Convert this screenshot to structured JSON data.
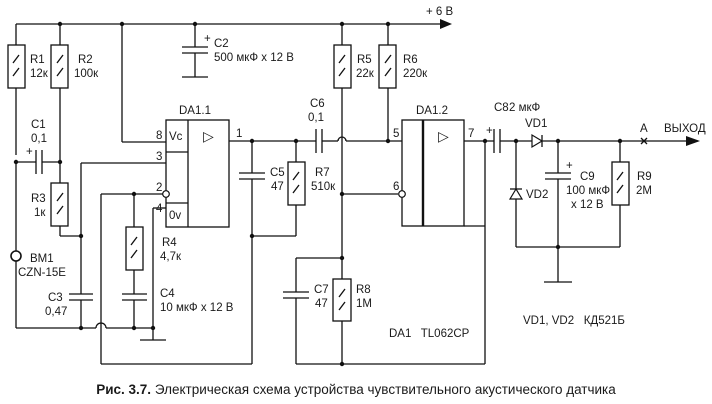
{
  "figure": {
    "caption_number": "Рис. 3.7.",
    "caption_text": "Электрическая схема устройства чувствительного акустического датчика"
  },
  "power": {
    "label": "+ 6 В"
  },
  "output": {
    "point_label": "A",
    "label": "ВЫХОД"
  },
  "components": {
    "R1": {
      "ref": "R1",
      "value": "12к"
    },
    "R2": {
      "ref": "R2",
      "value": "100к"
    },
    "R3": {
      "ref": "R3",
      "value": "1к"
    },
    "R4": {
      "ref": "R4",
      "value": "4,7к"
    },
    "R5": {
      "ref": "R5",
      "value": "22к"
    },
    "R6": {
      "ref": "R6",
      "value": "220к"
    },
    "R7": {
      "ref": "R7",
      "value": "510к"
    },
    "R8": {
      "ref": "R8",
      "value": "1М"
    },
    "R9": {
      "ref": "R9",
      "value": "2М"
    },
    "C1": {
      "ref": "C1",
      "value": "0,1",
      "polarity": "+"
    },
    "C2": {
      "ref": "C2",
      "value": "500 мкФ х 12 В",
      "polarity": "+"
    },
    "C3": {
      "ref": "C3",
      "value": "0,47"
    },
    "C4": {
      "ref": "C4",
      "value": "10 мкФ х 12 В"
    },
    "C5": {
      "ref": "C5",
      "value": "47"
    },
    "C6": {
      "ref": "C6",
      "value": "0,1"
    },
    "C7": {
      "ref": "C7",
      "value": "47"
    },
    "C8": {
      "ref": "C8",
      "value": "2 мкФ",
      "polarity": "+"
    },
    "C9": {
      "ref": "C9",
      "value_line1": "100 мкФ",
      "value_line2": "х 12 В",
      "polarity": "+"
    },
    "VD1": {
      "ref": "VD1"
    },
    "VD2": {
      "ref": "VD2"
    },
    "BM1": {
      "ref": "BM1",
      "value": "CZN-15E"
    },
    "DA1_1": {
      "ref": "DA1.1",
      "vc": "Vc",
      "gnd": "0v",
      "symbol": "▷",
      "pins": [
        "8",
        "3",
        "2",
        "4",
        "1"
      ]
    },
    "DA1_2": {
      "ref": "DA1.2",
      "symbol": "▷",
      "pins": [
        "5",
        "6",
        "7"
      ]
    }
  },
  "notes": {
    "da1": "DA1   TL062CP",
    "diodes": "VD1, VD2   КД521Б"
  }
}
